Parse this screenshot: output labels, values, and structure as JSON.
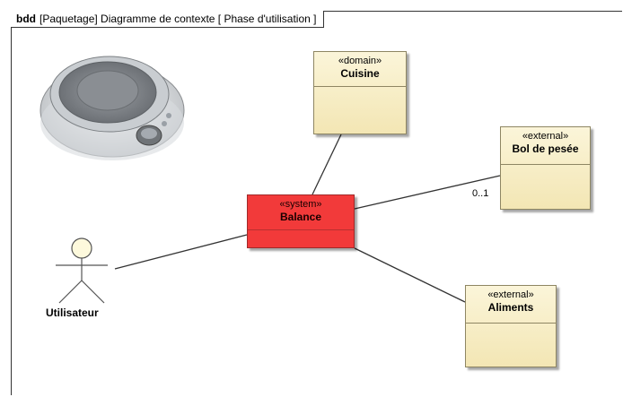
{
  "frame": {
    "kind": "bdd",
    "title": "[Paquetage] Diagramme de contexte [ Phase d'utilisation ]"
  },
  "blocks": {
    "cuisine": {
      "stereotype": "«domain»",
      "name": "Cuisine"
    },
    "bol": {
      "stereotype": "«external»",
      "name": "Bol de pesée"
    },
    "aliments": {
      "stereotype": "«external»",
      "name": "Aliments"
    },
    "balance": {
      "stereotype": "«system»",
      "name": "Balance"
    }
  },
  "actor": {
    "name": "Utilisateur"
  },
  "associations": {
    "balance_bol_multiplicity": "0..1"
  },
  "colors": {
    "system_fill": "#f23a3a",
    "block_fill": "#f7ecc4"
  }
}
